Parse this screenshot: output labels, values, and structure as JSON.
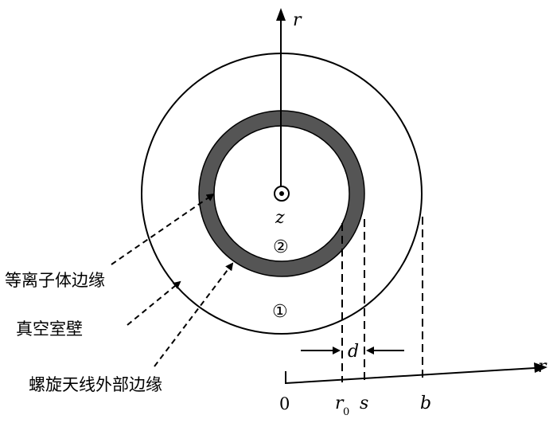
{
  "labels": {
    "r_top": "r",
    "z": "z",
    "region_1": "①",
    "region_2": "②",
    "d": "d",
    "r_axis": "r",
    "tick_0": "0",
    "tick_r0_main": "r",
    "tick_r0_sub": "0",
    "tick_s": "s",
    "tick_b": "b",
    "plasma_edge": "等离子体边缘",
    "vacuum_wall": "真空室壁",
    "helix_edge": "螺旋天线外部边缘"
  },
  "colors": {
    "ring_fill": "#555555",
    "stroke": "#000000"
  }
}
